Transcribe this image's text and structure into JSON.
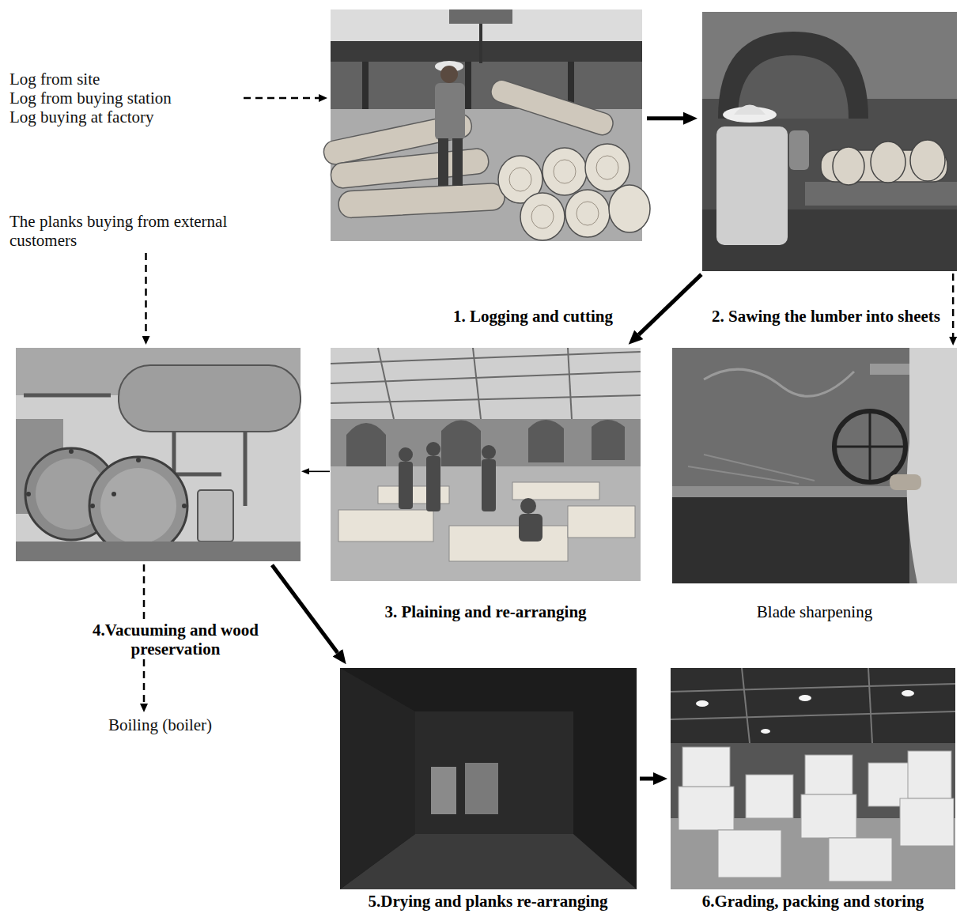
{
  "diagram": {
    "nodes": [
      {
        "text": [
          "Log from site",
          "Log from buying station",
          "Log buying at factory"
        ]
      },
      {
        "text": [
          "1. Logging and cutting"
        ]
      },
      {
        "text": [
          "2. Sawing the lumber into sheets"
        ]
      },
      {
        "text": [
          "The planks buying from external customers"
        ]
      },
      {
        "text": [
          "4.Vacuuming and wood preservation"
        ]
      },
      {
        "text": [
          "3. Plaining and re-arranging"
        ]
      },
      {
        "text": [
          "Blade sharpening"
        ]
      },
      {
        "text": [
          "Boiling (boiler)"
        ]
      },
      {
        "text": [
          "5.Drying and planks re-arranging"
        ]
      },
      {
        "text": [
          "6.Grading, packing and storing"
        ]
      }
    ],
    "edges": [
      {
        "from": 0,
        "to": 1,
        "arrow": "to"
      },
      {
        "from": 1,
        "to": 2,
        "arrow": "to"
      },
      {
        "from": 2,
        "to": 5,
        "arrow": "to"
      },
      {
        "from": 2,
        "to": 6,
        "arrow": "to"
      },
      {
        "from": 3,
        "to": 4,
        "arrow": "to"
      },
      {
        "from": 5,
        "to": 4,
        "arrow": "to"
      },
      {
        "from": 4,
        "to": 7,
        "arrow": "to"
      },
      {
        "from": 4,
        "to": 8,
        "arrow": "to"
      },
      {
        "from": 8,
        "to": 9,
        "arrow": "to"
      }
    ]
  }
}
